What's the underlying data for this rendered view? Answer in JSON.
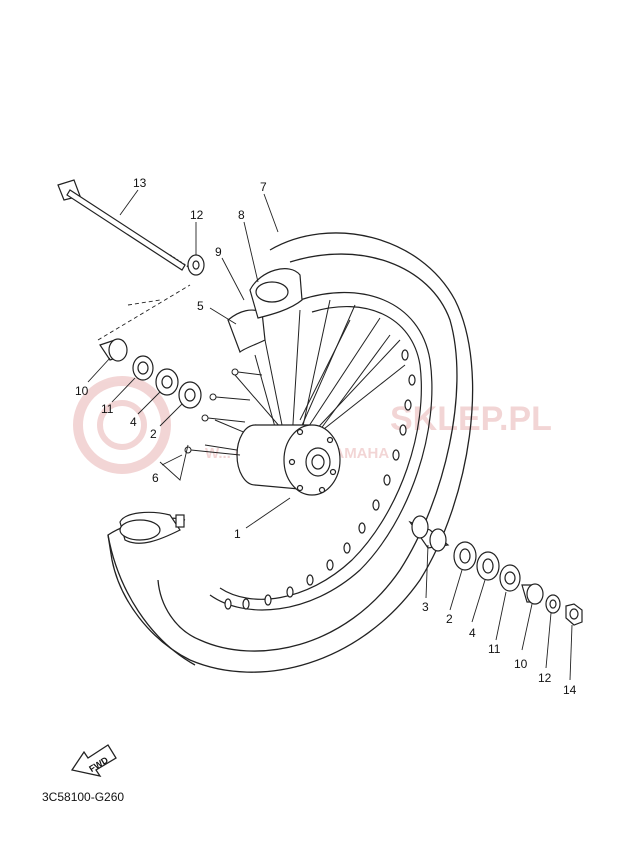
{
  "watermark": {
    "brand": "SKLEP.PL",
    "brand_prefix": "YAMAHA",
    "tagline": "W... CZ DEALER YAMAHA",
    "color": "#e9b4b4"
  },
  "fwd_label": "FWD",
  "diagram_code": "3C58100-G260",
  "callouts": {
    "c1": "1",
    "c2a": "2",
    "c2b": "2",
    "c3": "3",
    "c4a": "4",
    "c4b": "4",
    "c5": "5",
    "c6": "6",
    "c7": "7",
    "c8": "8",
    "c9": "9",
    "c10a": "10",
    "c10b": "10",
    "c11a": "11",
    "c11b": "11",
    "c12a": "12",
    "c12b": "12",
    "c13": "13",
    "c14": "14"
  }
}
